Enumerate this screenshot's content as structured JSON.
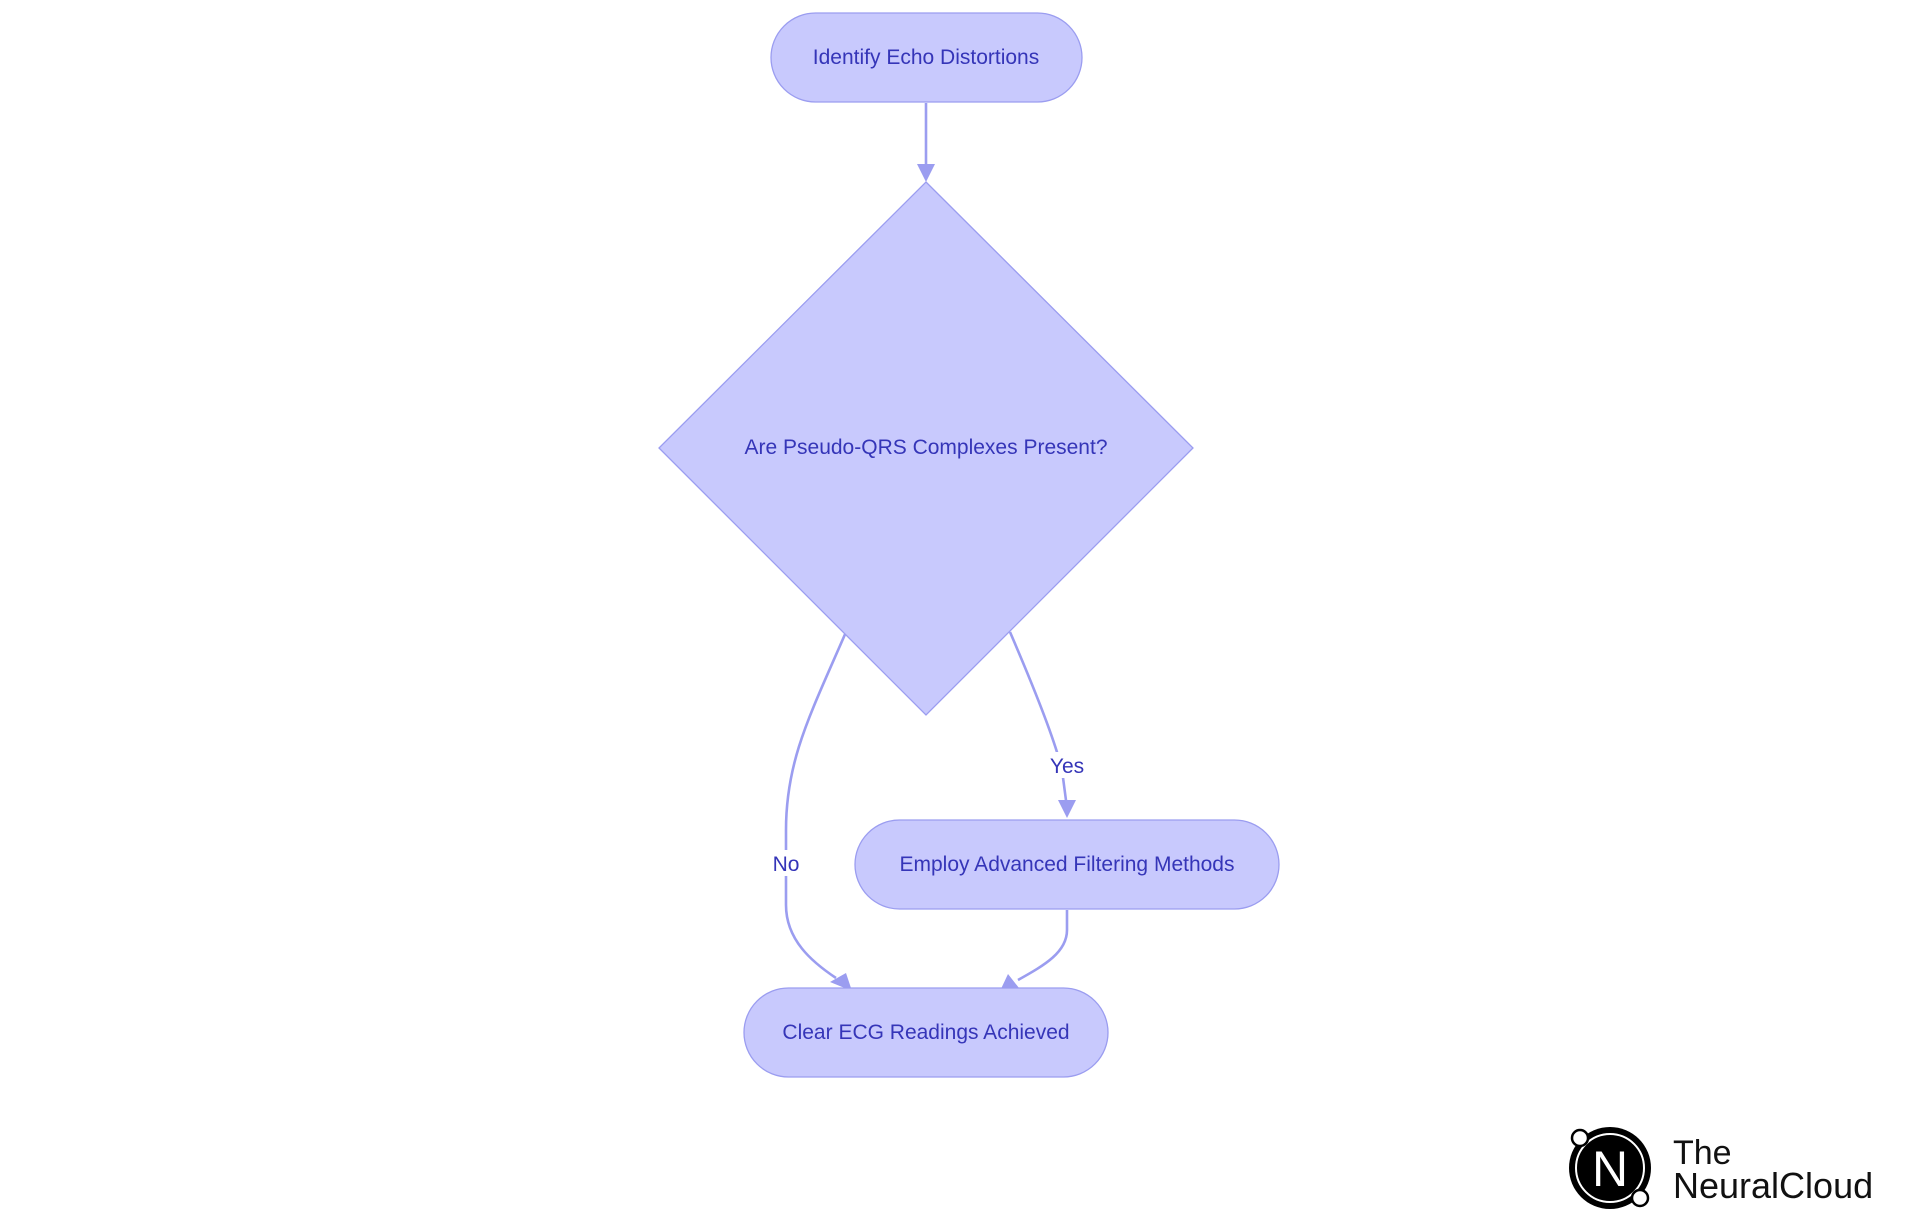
{
  "diagram": {
    "nodes": {
      "identify": "Identify Echo Distortions",
      "decision": "Are Pseudo-QRS Complexes Present?",
      "filter": "Employ Advanced Filtering Methods",
      "clear": "Clear ECG Readings Achieved"
    },
    "edges": {
      "yes": "Yes",
      "no": "No"
    }
  },
  "logo": {
    "mark": "N",
    "line1": "The",
    "line2": "NeuralCloud"
  },
  "colors": {
    "node_fill": "#c8c9fd",
    "node_stroke": "#9b9df0",
    "text": "#3535b8",
    "edge": "#9b9df0"
  }
}
